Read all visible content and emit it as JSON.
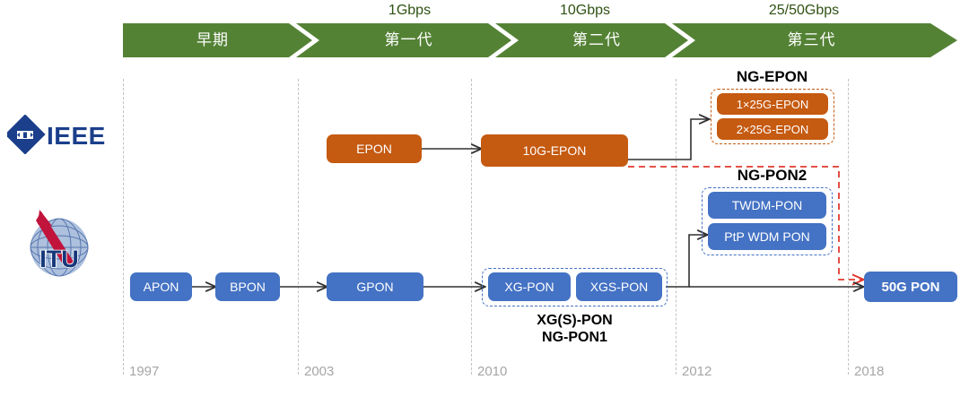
{
  "timeline": {
    "phases": [
      {
        "label": "早期",
        "speed": ""
      },
      {
        "label": "第一代",
        "speed": "1Gbps"
      },
      {
        "label": "第二代",
        "speed": "10Gbps"
      },
      {
        "label": "第三代",
        "speed": "25/50Gbps"
      }
    ],
    "years": [
      "1997",
      "2003",
      "2010",
      "2012",
      "2018"
    ]
  },
  "logos": {
    "ieee": {
      "name": "IEEE",
      "text": "IEEE"
    },
    "itu": {
      "name": "ITU",
      "text": "ITU"
    }
  },
  "ieee_track": {
    "nodes": [
      {
        "label": "EPON"
      },
      {
        "label": "10G-EPON"
      }
    ],
    "group": {
      "title": "NG-EPON",
      "members": [
        {
          "label": "1×25G-EPON"
        },
        {
          "label": "2×25G-EPON"
        }
      ]
    }
  },
  "itu_track": {
    "nodes": [
      {
        "label": "APON"
      },
      {
        "label": "BPON"
      },
      {
        "label": "GPON"
      }
    ],
    "xgs_group": {
      "members": [
        {
          "label": "XG-PON"
        },
        {
          "label": "XGS-PON"
        }
      ],
      "caption_line1": "XG(S)-PON",
      "caption_line2": "NG-PON1"
    },
    "ngpon2_group": {
      "title": "NG-PON2",
      "members": [
        {
          "label": "TWDM-PON"
        },
        {
          "label": "PtP WDM PON"
        }
      ]
    },
    "target": {
      "label": "50G PON"
    }
  },
  "colors": {
    "green": "#548235",
    "blue": "#4472C4",
    "orange": "#C55A11",
    "red_dashed": "#E03A2F",
    "arrow": "#404040",
    "gridline": "#C2C2C2",
    "year_text": "#A6A6A6"
  }
}
